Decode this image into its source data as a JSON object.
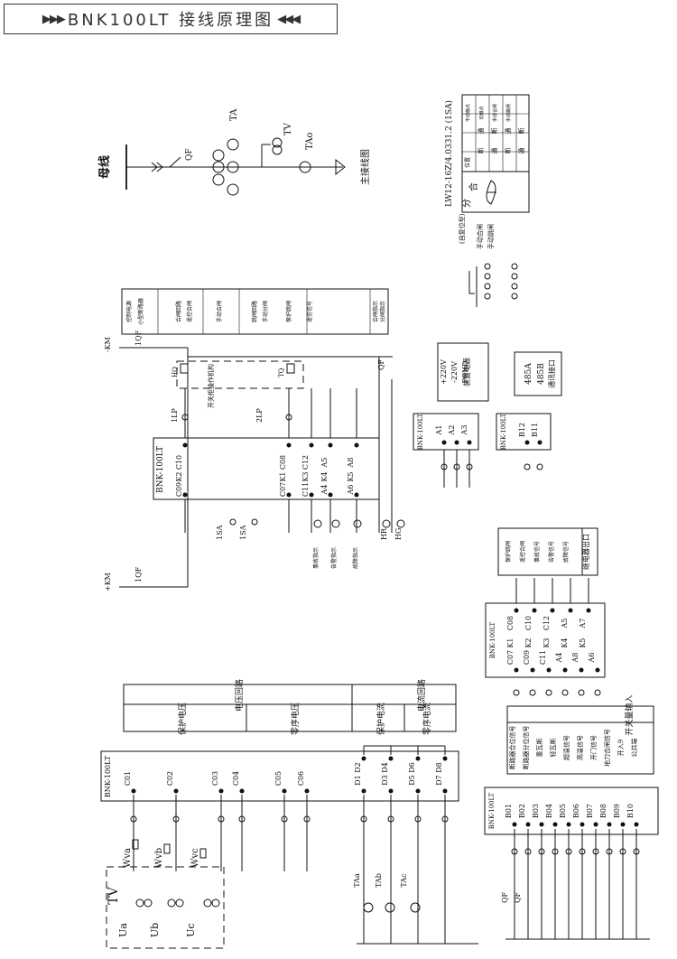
{
  "header": {
    "title": "BNK100LT 接线原理图"
  },
  "primary": {
    "busbar": "母线",
    "qf": "QF",
    "ta": "TA",
    "tv": "TV",
    "tao": "TAo",
    "main_diagram": "主接线图"
  },
  "switch_table": {
    "model": "LW12-16Z/4.0331.2 (1SA)",
    "col_heads": [
      "不动触点",
      "动触点",
      "手动合闸",
      "手动跳闸"
    ],
    "rows": [
      [
        "通",
        "断"
      ],
      [
        "断",
        "通"
      ],
      [
        "通",
        "断"
      ],
      [
        "断",
        "通"
      ]
    ],
    "he": "合",
    "fen": "分",
    "pos_label": "位置"
  },
  "contacts": {
    "title": "(自复位型)",
    "a": "手动合闸",
    "b": "手动跳闸"
  },
  "control": {
    "headers": [
      "控制电源",
      "小型断路器",
      "合闸回路",
      "遥控合闸",
      "手动合闸",
      "跳闸回路",
      "手动分闸",
      "保护跳闸",
      "遥信信号",
      "合闸指示",
      "分闸指示"
    ],
    "km_minus": "-KM",
    "km_plus": "+KM",
    "qf1": "1QF",
    "hq": "HQ",
    "tq": "TQ",
    "qf": "QF",
    "mech": "开关柜操作机构",
    "lp1": "1LP",
    "lp2": "2LP",
    "device": "BNK-100LT",
    "top_terms": [
      "C10",
      "C08",
      "C12",
      "A5",
      "A8"
    ],
    "relays": [
      "K2",
      "K1",
      "K3",
      "K4",
      "K5"
    ],
    "bot_terms": [
      "C09",
      "C07",
      "C11",
      "A4",
      "A6"
    ],
    "sa1": "1SA",
    "sa2": "1SA",
    "lamps": [
      "事故指示",
      "告警指示",
      "故障指示"
    ],
    "hr": "HR",
    "hg": "HG"
  },
  "power": {
    "labels": [
      "+220V",
      "-220V",
      "PGND"
    ],
    "head": "装置电源",
    "terms": [
      "A1",
      "A2",
      "A3"
    ],
    "device": "BNK-100LT"
  },
  "comm": {
    "labels": [
      "485A",
      "485B"
    ],
    "head": "通讯接口",
    "terms": [
      "B12",
      "B11"
    ],
    "device": "BNK-100LT"
  },
  "output": {
    "header": [
      "保护跳闸",
      "遥控合闸",
      "事故信号",
      "告警信号",
      "故障信号"
    ],
    "right_head": "继电器出口",
    "top_terms": [
      "C08",
      "C10",
      "C12",
      "A5",
      "A7"
    ],
    "relays": [
      "K1",
      "K2",
      "K3",
      "K4",
      "K5"
    ],
    "bot_terms": [
      "C07",
      "C09",
      "C11",
      "A4",
      "A8",
      "A6"
    ],
    "device": "BNK-100LT"
  },
  "analog": {
    "group1": "电压回路",
    "group2": "电流回路",
    "cols": [
      "保护电压",
      "零序电压",
      "保护电流",
      "零序电流"
    ],
    "device": "BNK-100LT",
    "volt_top": [
      "C01",
      "C02",
      "C03",
      "C04",
      "C05",
      "C06"
    ],
    "cur_top": [
      "D2",
      "D4",
      "D6",
      "D8"
    ],
    "cur_bot": [
      "D1",
      "D3",
      "D5",
      "D7"
    ],
    "wv": [
      "Wva",
      "Wvb",
      "Wvc"
    ],
    "tv": "TV",
    "u": [
      "Ua",
      "Ub",
      "Uc"
    ],
    "ta": [
      "TAa",
      "TAb",
      "TAc"
    ]
  },
  "inputs": {
    "title": "开关量输入",
    "labels": [
      "断路器合位信号",
      "断路器分位信号",
      "重瓦斯",
      "轻瓦斯",
      "超温信号",
      "高温信号",
      "开门信号",
      "地刀合闸信号",
      "开入9",
      "公共端"
    ],
    "terms": [
      "B01",
      "B02",
      "B03",
      "B04",
      "B05",
      "B06",
      "B07",
      "B08",
      "B09",
      "B10"
    ],
    "device": "BNK-100LT",
    "qf1": "QF",
    "qf2": "QF"
  }
}
